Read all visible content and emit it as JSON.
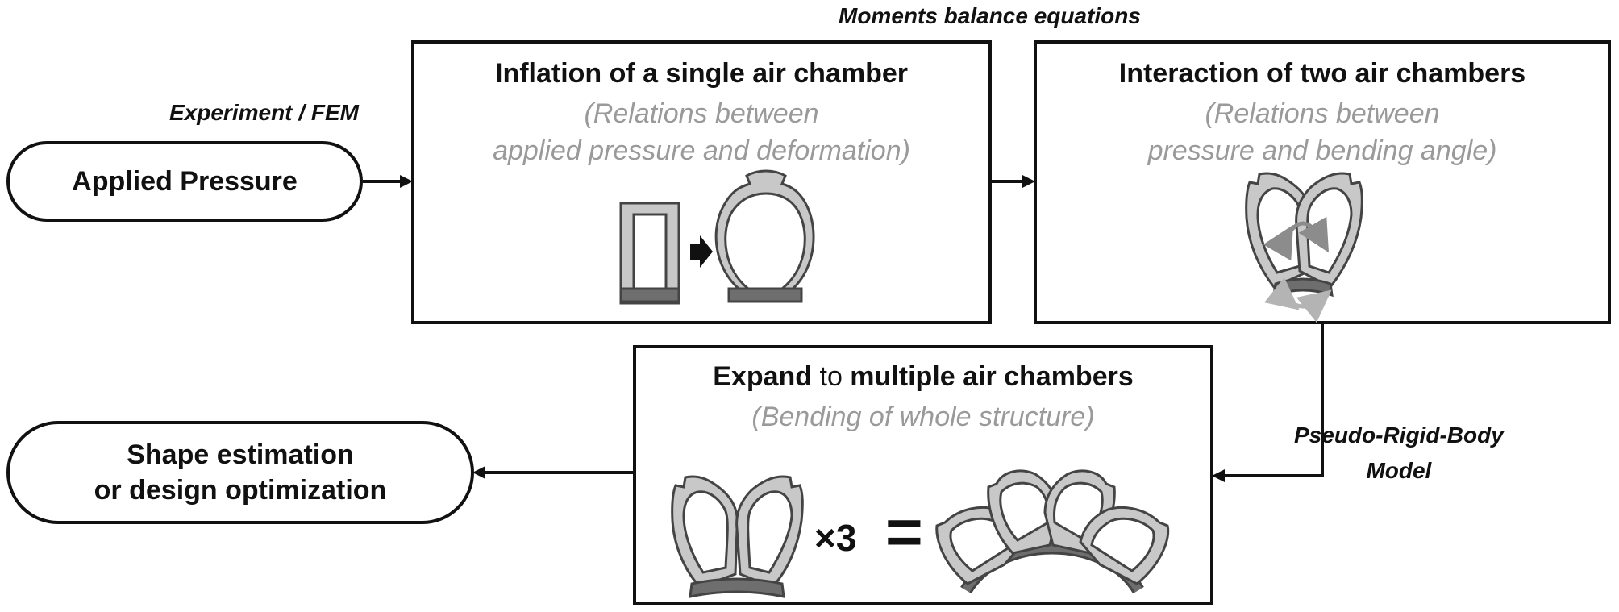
{
  "labels": {
    "experiment_fem": "Experiment / FEM",
    "moments_balance": "Moments balance equations",
    "prbm_line1": "Pseudo-Rigid-Body",
    "prbm_line2": "Model"
  },
  "applied_pressure": "Applied Pressure",
  "shape_estimation": {
    "line1": "Shape estimation",
    "line2": "or design optimization"
  },
  "box_single": {
    "title": "Inflation of a single air chamber",
    "sub_line1": "(Relations between",
    "sub_line2": "applied pressure and deformation)"
  },
  "box_two": {
    "title": "Interaction of two air chambers",
    "sub_line1": "(Relations between",
    "sub_line2": "pressure and bending angle)"
  },
  "box_multi": {
    "title_bold1": "Expand",
    "title_normal": " to ",
    "title_bold2": "multiple air chambers",
    "sub": "(Bending of whole structure)",
    "times": "×3",
    "equals": "="
  },
  "colors": {
    "chamber_fill": "#c8c8c8",
    "chamber_stroke": "#444444",
    "base_fill": "#6e6e6e",
    "arrow_gray": "#8c8c8c",
    "arrow_light": "#b4b4b4",
    "subtitle_gray": "#9a9a9a"
  }
}
